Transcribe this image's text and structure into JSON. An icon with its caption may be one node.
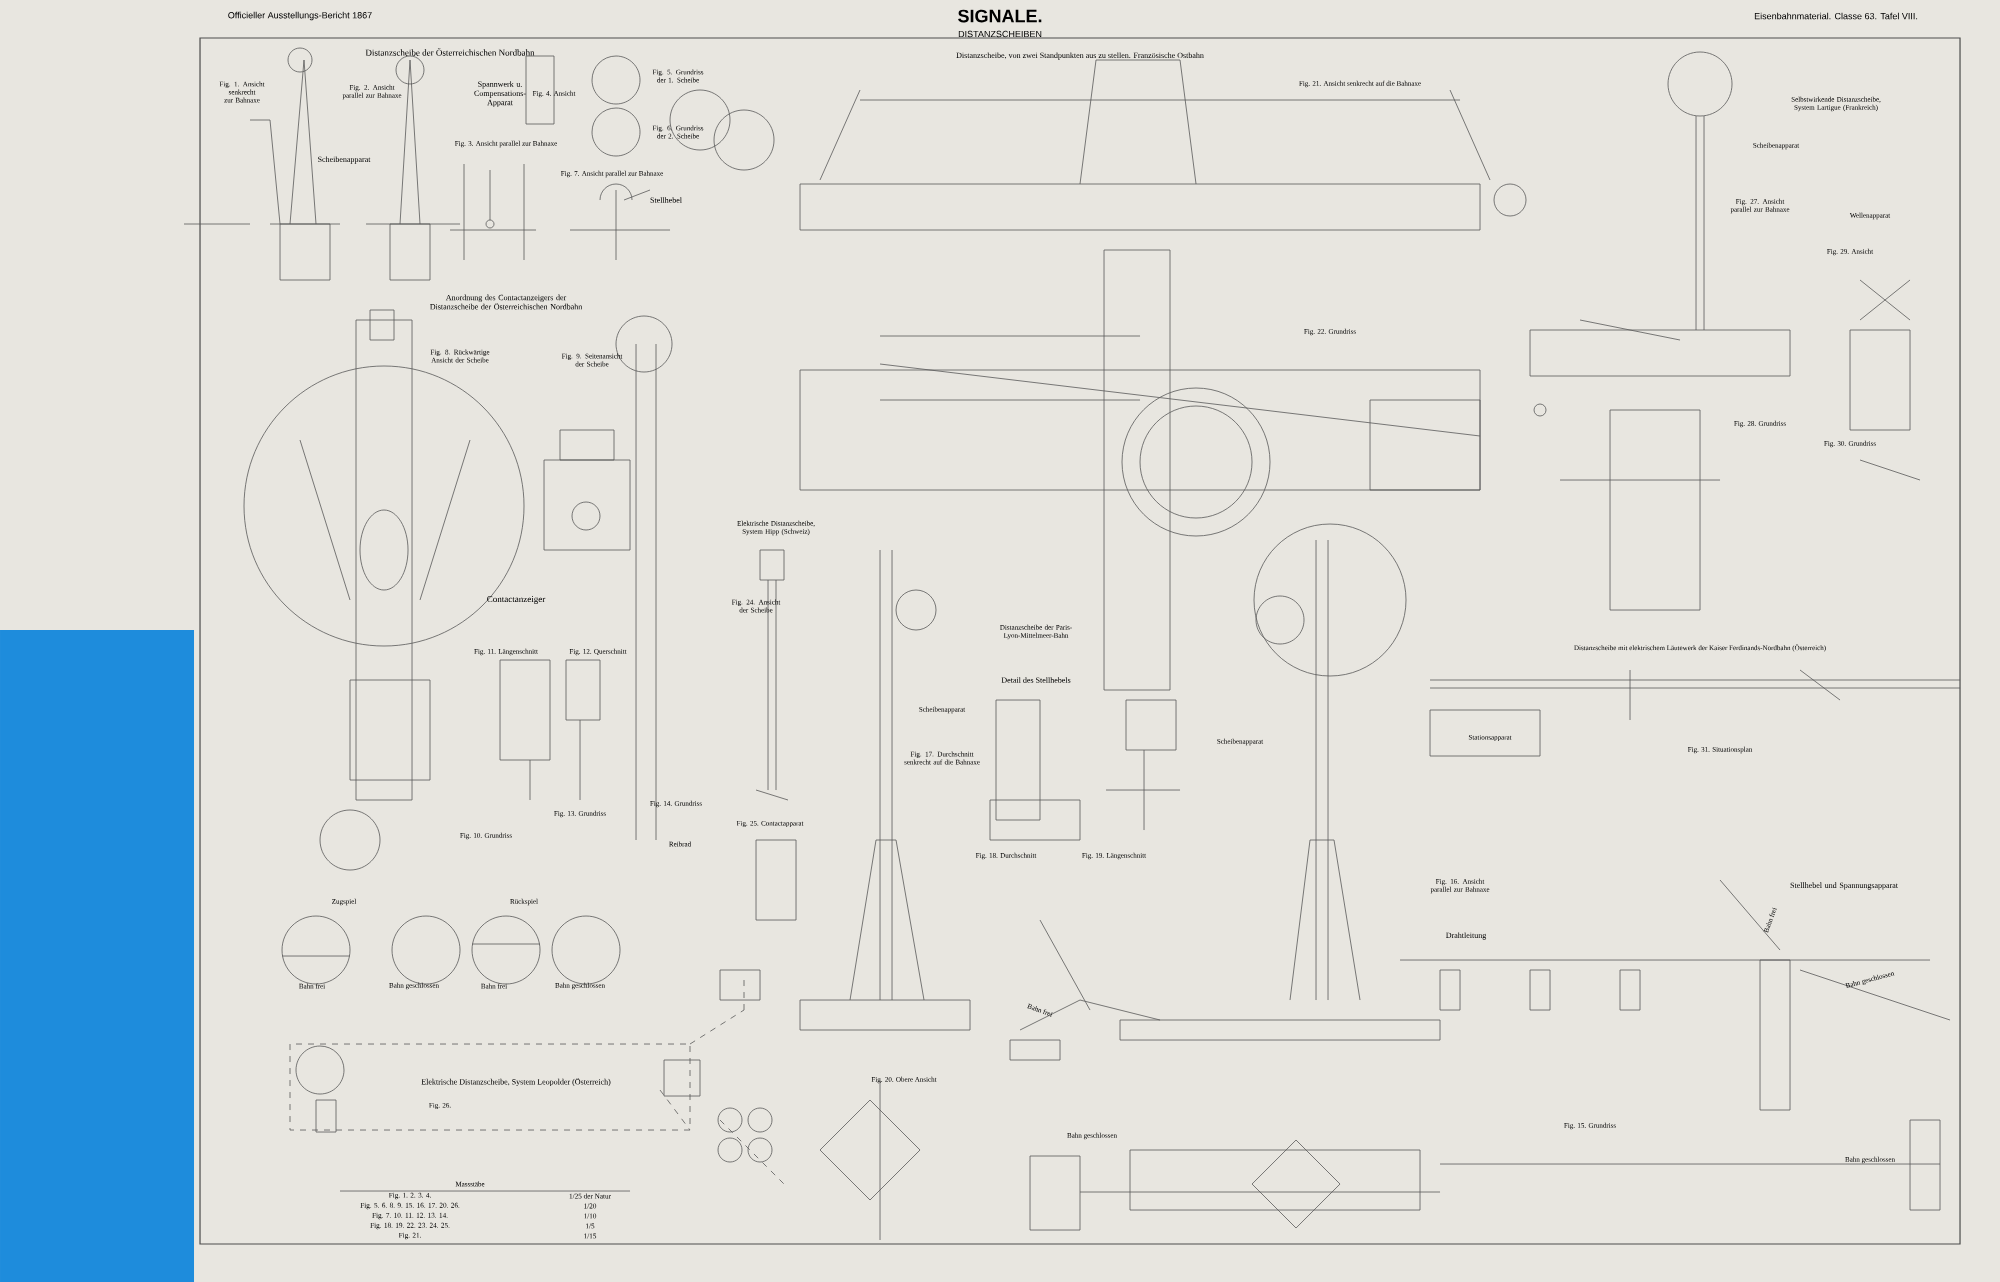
{
  "diagram": {
    "title": "SIGNALE.",
    "labels": [
      "Officieller Ausstellungs-Bericht 1867",
      "DISTANZSCHEIBEN",
      "Eisenbahnmaterial. Classe 63. Tafel VIII.",
      "Distanzscheibe der Österreichischen Nordbahn",
      "Fig. 1. Ansicht senkrecht zur Bahnaxe",
      "Fig. 2. Ansicht parallel zur Bahnaxe",
      "Spannwerk u. Compensations-Apparat",
      "Fig. 4. Ansicht",
      "Fig. 5. Grundriss der 1. Scheibe",
      "Fig. 6. Grundriss der 2. Scheibe",
      "Scheibenapparat",
      "Fig. 3. Ansicht parallel zur Bahnaxe",
      "Fig. 7. Ansicht parallel zur Bahnaxe",
      "Stellhebel",
      "Anordnung des Contactanzeigers der Distanzscheibe der Österreichischen Nordbahn",
      "Fig. 8. Rückwärtige Ansicht der Scheibe",
      "Fig. 9. Seitenansicht der Scheibe",
      "Contactanzeiger",
      "Elektrische Distanzscheibe, System Hipp (Schweiz)",
      "Fig. 24. Ansicht der Scheibe",
      "Fig. 11. Längenschnitt",
      "Fig. 12. Querschnitt",
      "Fig. 10. Grundriss",
      "Fig. 13. Grundriss",
      "Fig. 14. Grundriss",
      "Fig. 25. Contactapparat",
      "Reibrad",
      "Zugspiel",
      "Rückspiel",
      "Bahn frei",
      "Bahn geschlossen",
      "Bahn frei",
      "Bahn geschlossen",
      "Elektrische Distanzscheibe, System Leopolder (Österreich)",
      "Fig. 26.",
      "Massstäbe",
      "Fig. 1. 2. 3. 4.",
      "1/25 der Natur",
      "Fig. 5. 6. 8. 9. 15. 16. 17. 20. 26.",
      "1/20",
      "Fig. 7. 10. 11. 12. 13. 14.",
      "1/10",
      "Fig. 18. 19. 22. 23. 24. 25.",
      "1/5",
      "Fig. 21.",
      "1/15",
      "Distanzscheibe, von zwei Standpunkten aus zu stellen. Französische Ostbahn",
      "Fig. 21. Ansicht senkrecht auf die Bahnaxe",
      "Fig. 22. Grundriss",
      "Selbstwirkende Distanzscheibe, System Lartigue (Frankreich)",
      "Scheibenapparat",
      "Fig. 27. Ansicht parallel zur Bahnaxe",
      "Wellenapparat",
      "Fig. 29. Ansicht",
      "Fig. 28. Grundriss",
      "Fig. 30. Grundriss",
      "Distanzscheibe der Paris-Lyon-Mittelmeer-Bahn",
      "Detail des Stellhebels",
      "Scheibenapparat",
      "Scheibenapparat",
      "Fig. 17. Durchschnitt senkrecht auf die Bahnaxe",
      "Fig. 18. Durchschnitt",
      "Fig. 19. Längenschnitt",
      "Fig. 16. Ansicht parallel zur Bahnaxe",
      "Drahtleitung",
      "Stellhebel und Spannungsapparat",
      "Bahn frei",
      "Bahn frei",
      "Bahn geschlossen",
      "Fig. 20. Obere Ansicht",
      "Bahn geschlossen",
      "Fig. 15. Grundriss",
      "Bahn geschlossen",
      "Distanzscheibe mit elektrischem Läutewerk der Kaiser Ferdinands-Nordbahn (Österreich)",
      "Stationsapparat",
      "Fig. 31. Situationsplan"
    ]
  }
}
